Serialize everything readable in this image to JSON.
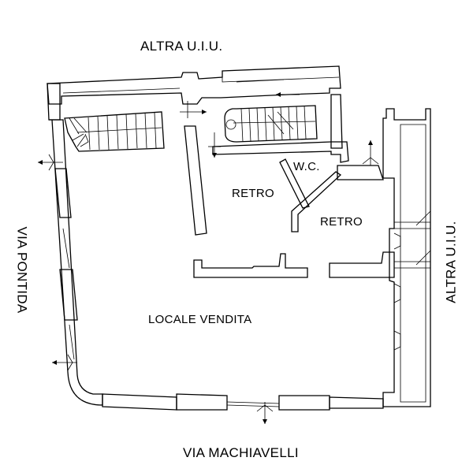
{
  "street_labels": {
    "top": "ALTRA U.I.U.",
    "left": "VIA PONTIDA",
    "right": "ALTRA U.I.U.",
    "bottom": "VIA MACHIAVELLI"
  },
  "rooms": {
    "wc": "W.C.",
    "retro_1": "RETRO",
    "retro_2": "RETRO",
    "main": "LOCALE VENDITA"
  },
  "colors": {
    "line": "#000000",
    "background": "#ffffff"
  }
}
